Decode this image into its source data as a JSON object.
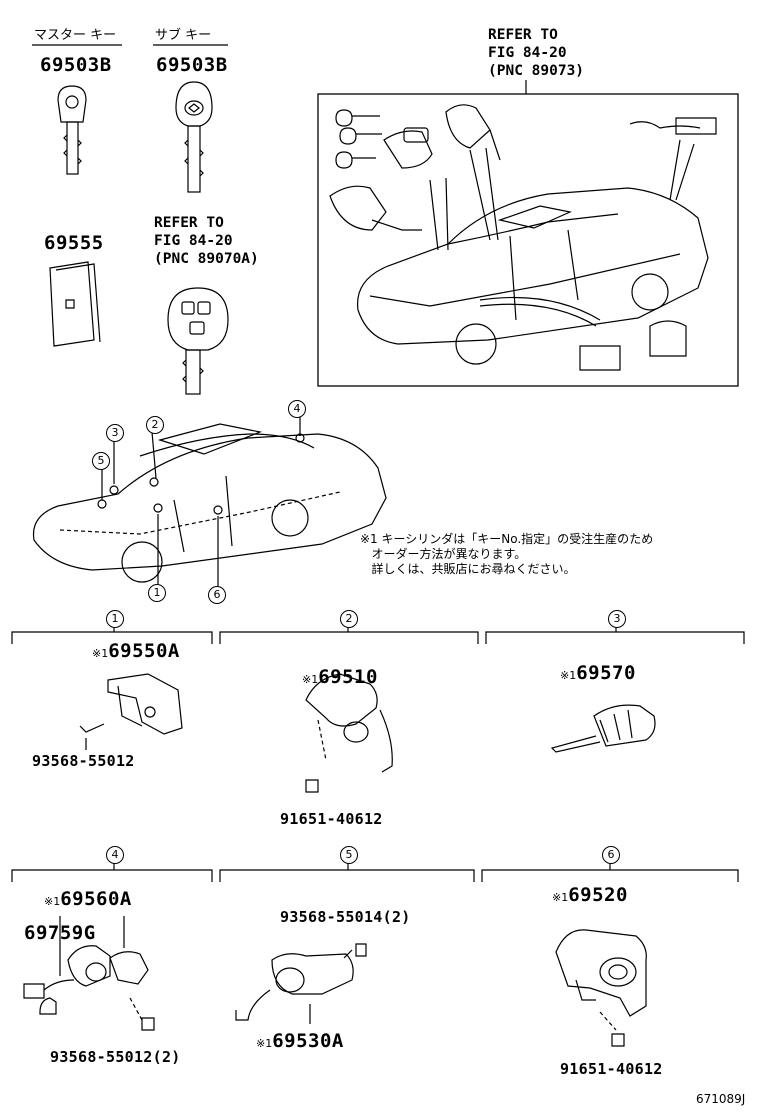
{
  "header": {
    "master_key_label": "マスター キー",
    "sub_key_label": "サブ キー"
  },
  "parts": {
    "master_key": "69503B",
    "sub_key": "69503B",
    "card": "69555",
    "p1_main": "69550A",
    "p1_bolt": "93568-55012",
    "p2_main": "69510",
    "p2_bolt": "91651-40612",
    "p3_main": "69570",
    "p4_main": "69560A",
    "p4_sub": "69759G",
    "p4_bolt": "93568-55012(2)",
    "p5_bolt": "93568-55014(2)",
    "p5_main": "69530A",
    "p6_main": "69520",
    "p6_bolt": "91651-40612"
  },
  "mark": "※1",
  "refs": {
    "fig_top": "REFER TO\nFIG 84-20\n(PNC 89073)",
    "fig_remote": "REFER TO\nFIG 84-20\n(PNC 89070A)"
  },
  "note": "※1 キーシリンダは「キーNo.指定」の受注生産のため\n   オーダー方法が異なります。\n   詳しくは、共販店にお尋ねください。",
  "callouts": [
    "1",
    "2",
    "3",
    "4",
    "5",
    "6"
  ],
  "figure_id": "671089J"
}
